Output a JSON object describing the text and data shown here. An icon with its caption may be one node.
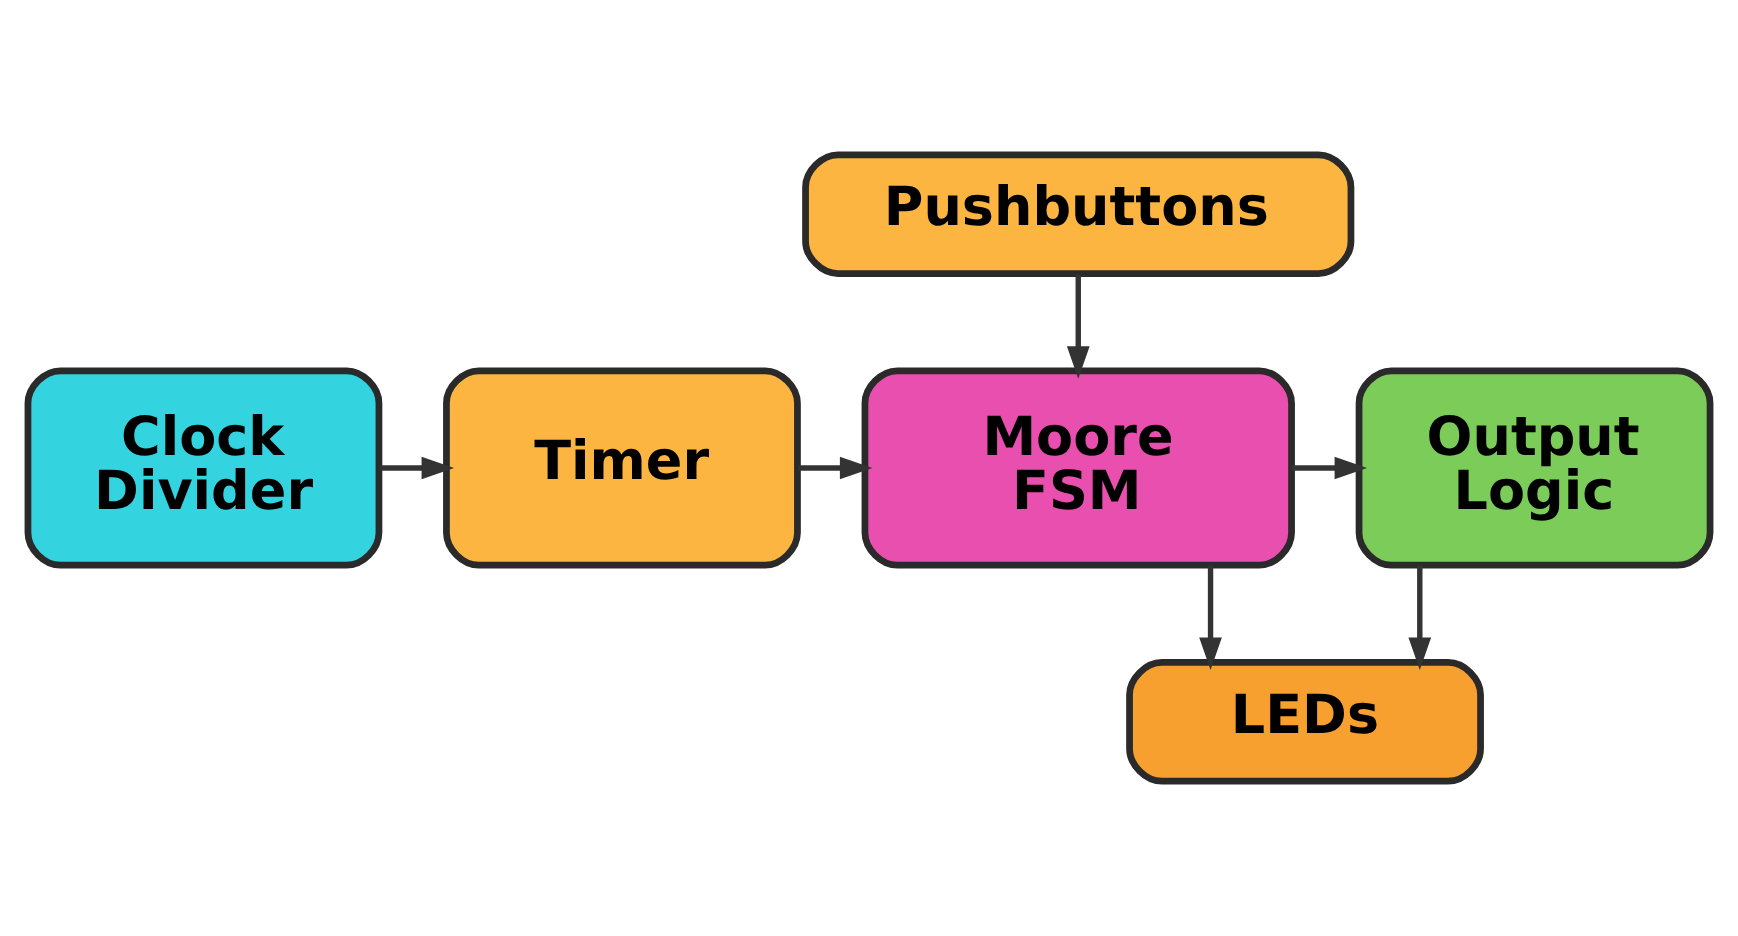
{
  "diagram": {
    "nodes": [
      {
        "text": [
          "Pushbuttons"
        ]
      },
      {
        "text": [
          "Clock Divider"
        ]
      },
      {
        "text": [
          "Timer"
        ]
      },
      {
        "text": [
          "Moore FSM"
        ]
      },
      {
        "text": [
          "Output Logic"
        ]
      },
      {
        "text": [
          "LEDs"
        ]
      }
    ],
    "edges": [
      {
        "from": 0,
        "to": 3,
        "arrow": "to"
      },
      {
        "from": 1,
        "to": 2,
        "arrow": "to"
      },
      {
        "from": 2,
        "to": 3,
        "arrow": "to"
      },
      {
        "from": 3,
        "to": 4,
        "arrow": "to"
      },
      {
        "from": 3,
        "to": 5,
        "arrow": "to"
      },
      {
        "from": 4,
        "to": 5,
        "arrow": "to"
      }
    ]
  }
}
